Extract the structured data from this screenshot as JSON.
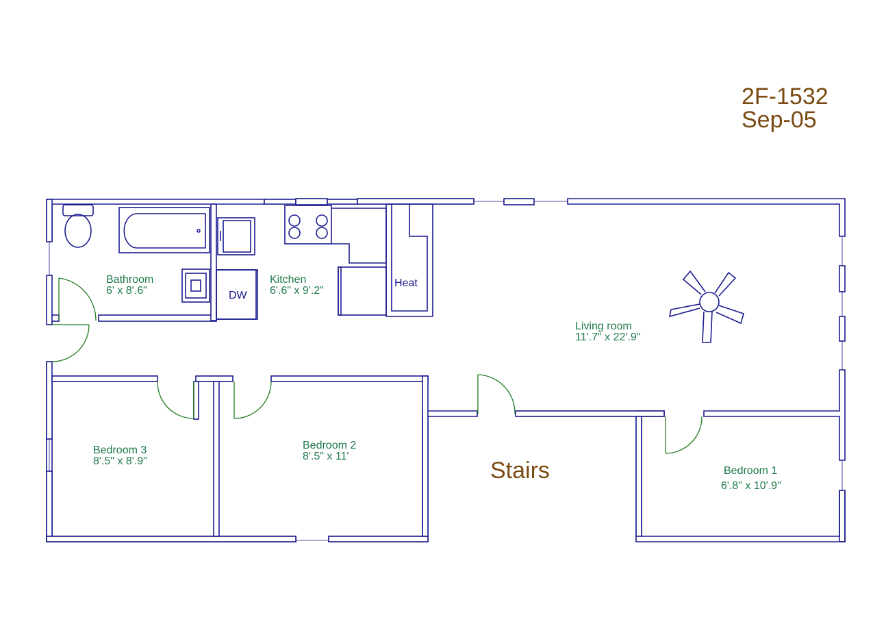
{
  "plan": {
    "code": "2F-1532",
    "date": "Sep-05",
    "stairs_label": "Stairs"
  },
  "rooms": {
    "bathroom": {
      "name": "Bathroom",
      "dim": "6' x 8'.6\""
    },
    "kitchen": {
      "name": "Kitchen",
      "dim": "6'.6\" x 9'.2\""
    },
    "living_room": {
      "name": "Living room",
      "dim": "11'.7\" x 22'.9\""
    },
    "bedroom_3": {
      "name": "Bedroom 3",
      "dim": "8'.5\" x 8'.9\""
    },
    "bedroom_2": {
      "name": "Bedroom 2",
      "dim": "8'.5\" x 11'"
    },
    "bedroom_1": {
      "name": "Bedroom 1",
      "dim": "6'.8\" x 10'.9\""
    }
  },
  "fixtures": {
    "dishwasher": "DW",
    "heat": "Heat"
  },
  "colors": {
    "wall": "#1b1b8f",
    "door": "#1f7a1f",
    "room_text": "#1f7a4a",
    "title_text": "#7a4a12"
  }
}
